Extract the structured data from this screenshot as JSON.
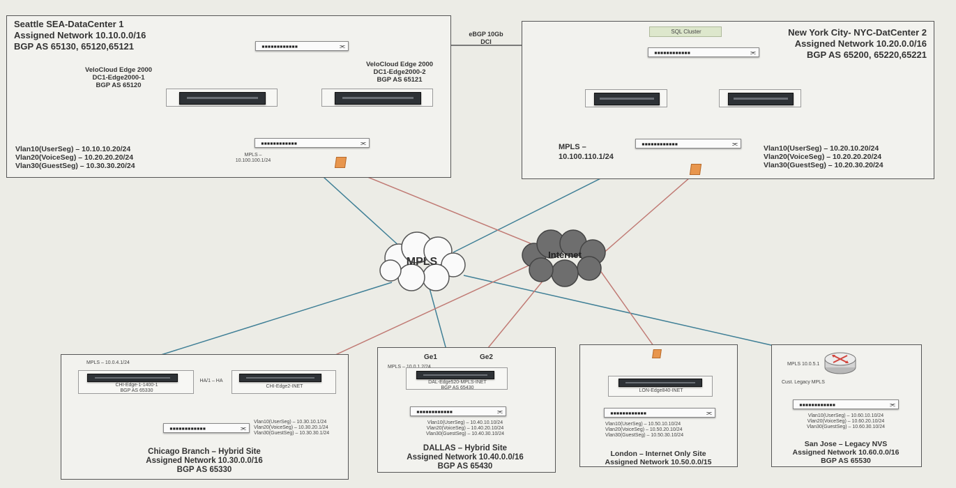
{
  "seattle": {
    "lines": [
      "Seattle SEA-DataCenter 1",
      "Assigned Network 10.10.0.0/16",
      "BGP AS 65130, 65120,65121"
    ],
    "edge1": [
      "VeloCloud Edge 2000",
      "DC1-Edge2000-1",
      "BGP AS 65120"
    ],
    "edge2": [
      "VeloCloud Edge 2000",
      "DC1-Edge2000-2",
      "BGP AS 65121"
    ],
    "vlans": [
      "Vlan10(UserSeg) – 10.10.10.20/24",
      "Vlan20(VoiceSeg) – 10.20.20.20/24",
      "Vlan30(GuestSeg) – 10.30.30.20/24"
    ],
    "mpls": [
      "MPLS –",
      "10.100.100.1/24"
    ]
  },
  "link": {
    "lines": [
      "eBGP 10Gb",
      "DCI"
    ]
  },
  "newyork": {
    "lines": [
      "New York City- NYC-DatCenter 2",
      "Assigned Network 10.20.0.0/16",
      "BGP AS 65200, 65220,65221"
    ],
    "sql": "SQL Cluster",
    "vlans": [
      "Vlan10(UserSeg) – 10.20.10.20/24",
      "Vlan20(VoiceSeg) – 10.20.20.20/24",
      "Vlan30(GuestSeg) – 10.20.30.20/24"
    ],
    "mpls": [
      "MPLS –",
      "10.100.110.1/24"
    ]
  },
  "clouds": {
    "mpls": "MPLS",
    "internet": "Internet"
  },
  "chicago": {
    "lines": [
      "Chicago Branch – Hybrid Site",
      "Assigned Network 10.30.0.0/16",
      "BGP AS 65330"
    ],
    "mpls": "MPLS – 10.0.4.1/24",
    "dev1": [
      "CHI-Edge-1-1400-1",
      "BGP AS 65330"
    ],
    "dev2": "CHI-Edge2-INET",
    "ha": "HA/1 – HA",
    "vlans": [
      "Vlan10(UserSeg) – 10.30.10.1/24",
      "Vlan20(VoiceSeg) – 10.30.20.1/24",
      "Vlan30(GuestSeg) – 10.30.30.1/24"
    ]
  },
  "dallas": {
    "lines": [
      "DALLAS – Hybrid Site",
      "Assigned Network 10.40.0.0/16",
      "BGP AS 65430"
    ],
    "ge1": "Ge1",
    "ge2": "Ge2",
    "mpls": "MPLS – 10.0.1.2/24",
    "dev": [
      "DAL-Edge520-MPLS-INET",
      "BGP AS 65430"
    ],
    "vlans": [
      "Vlan10(UserSeg) – 10.40.10.10/24",
      "Vlan20(VoiceSeg) – 10.40.20.10/24",
      "Vlan30(GuestSeg) – 10.40.30.10/24"
    ]
  },
  "london": {
    "lines": [
      "London – Internet Only Site",
      "Assigned Network 10.50.0.0/15"
    ],
    "dev": "LON-Edge840-INET",
    "vlans": [
      "Vlan10(UserSeg) – 10.50.10.10/24",
      "Vlan20(VoiceSeg) – 10.50.20.10/24",
      "Vlan30(GuestSeg) – 10.50.30.10/24"
    ]
  },
  "sanjose": {
    "lines": [
      "San Jose – Legacy NVS",
      "Assigned Network 10.60.0.0/16",
      "BGP AS 65530"
    ],
    "mpls": "MPLS 10.0.5.1",
    "router": "Cust. Legacy MPLS",
    "vlans": [
      "Vlan10(UserSeg) – 10.60.10.10/24",
      "Vlan20(VoiceSeg) – 10.60.20.10/24",
      "Vlan30(GuestSeg) – 10.60.30.10/24"
    ]
  },
  "icons": {
    "switch_ports": "▪▪▪▪▪▪▪▪▪▪▪▪",
    "switch_symbol": "⫘",
    "firewall": "firewall-icon",
    "router": "router-icon",
    "edge": "edge-appliance-icon",
    "cloud": "cloud-icon"
  },
  "colors": {
    "mpls_link": "#3f7f96",
    "internet_link": "#c07a74",
    "internal_link": "#9a9a9a",
    "firewall": "#e8964d"
  }
}
